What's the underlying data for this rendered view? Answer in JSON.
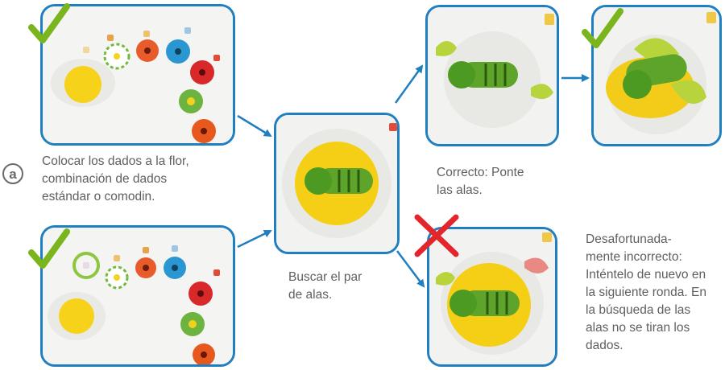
{
  "step_badge": "a",
  "captions": {
    "place_dice": "Colocar los dados a la flor, combinación de dados estándar o comodin.",
    "search_wings": "Buscar el par de alas.",
    "correct": "Correcto: Ponte las alas.",
    "incorrect": "Desafortunada-mente incorrecto: Inténtelo de nuevo en la siguiente ronda. En la búsqueda de las alas no se tiran los dados."
  },
  "caption_lines": {
    "place_dice": [
      "Colocar los dados a la flor,",
      "combinación de dados",
      "estándar o comodin."
    ],
    "search_wings": [
      "Buscar el par",
      "de alas."
    ],
    "correct": [
      "Correcto: Ponte",
      "las alas."
    ],
    "incorrect": [
      "Desafortunada-",
      "mente incorrecto:",
      "Inténtelo de nuevo en",
      "la siguiente ronda. En",
      "la búsqueda de las",
      "alas no se tiran los",
      "dados."
    ]
  },
  "colors": {
    "frame_border": "#1f7fc0",
    "check_mark": "#7ab51d",
    "cross_mark": "#e3262b",
    "highlight_ring": "#8dc63f"
  }
}
